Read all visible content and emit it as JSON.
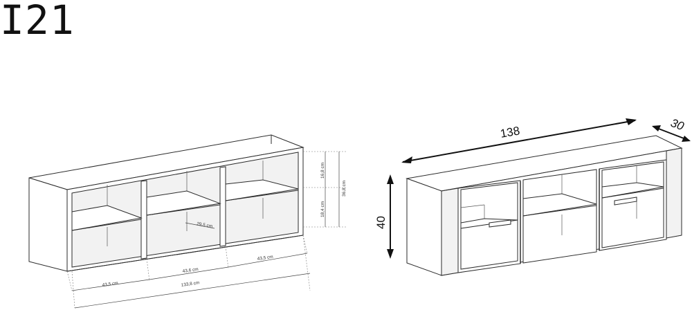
{
  "title": "I21",
  "left_view": {
    "dim_widths": [
      "43,5 cm",
      "43,6 cm",
      "43,5 cm"
    ],
    "dim_total": "133,8 cm",
    "dim_depth": "29,5 cm",
    "dim_upper": "16,8 cm",
    "dim_lower": "18,4 cm",
    "dim_height": "36,8 cm"
  },
  "right_view": {
    "width": "138",
    "depth": "30",
    "height": "40"
  },
  "colors": {
    "line": "#2a2a2a",
    "text": "#111111"
  }
}
